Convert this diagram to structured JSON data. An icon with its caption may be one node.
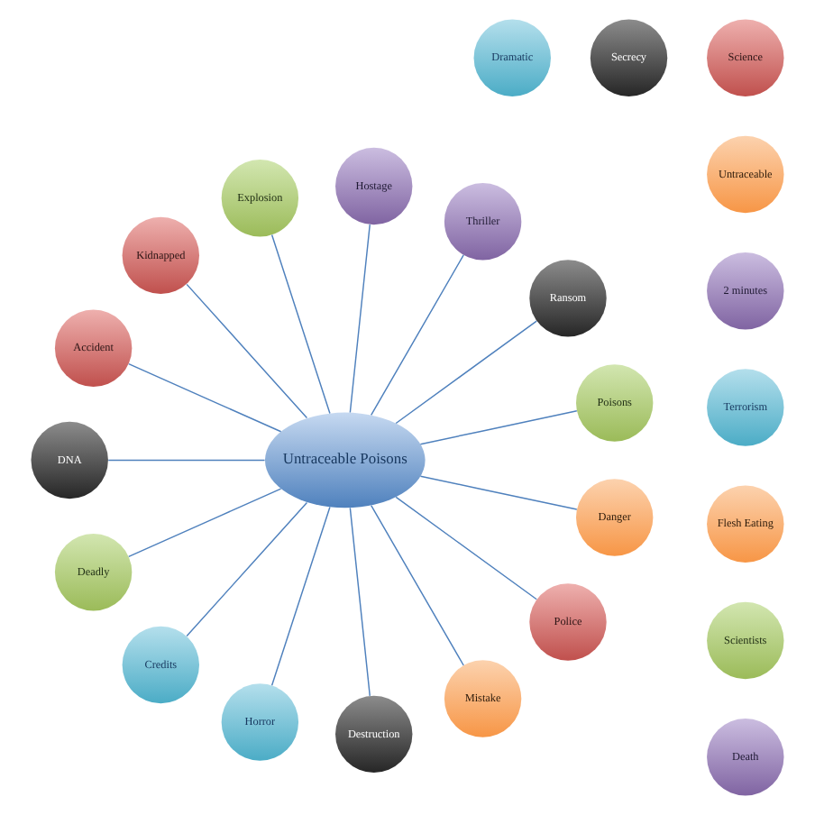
{
  "diagram": {
    "nodes": [
      {
        "text": [
          "Dramatic"
        ]
      },
      {
        "text": [
          "Explosion"
        ]
      },
      {
        "text": [
          "Secrecy"
        ]
      },
      {
        "text": [
          "Thriller"
        ]
      },
      {
        "text": [
          "Science"
        ]
      },
      {
        "text": [
          "Untraceable"
        ]
      },
      {
        "text": [
          "Kidnapped"
        ]
      },
      {
        "text": [
          "Hostage"
        ]
      },
      {
        "text": [
          "Ransom"
        ]
      },
      {
        "text": [
          "Poisons"
        ]
      },
      {
        "text": [
          "2 minutes"
        ]
      },
      {
        "text": [
          "Accident"
        ]
      },
      {
        "text": [
          "Untraceable Poisons"
        ]
      },
      {
        "text": [
          "Danger"
        ]
      },
      {
        "text": [
          "Terrorism"
        ]
      },
      {
        "text": [
          "DNA"
        ]
      },
      {
        "text": [
          "Deadly"
        ]
      },
      {
        "text": [
          "Horror"
        ]
      },
      {
        "text": [
          "Mistake"
        ]
      },
      {
        "text": [
          "Police"
        ]
      },
      {
        "text": [
          "Flesh Eating"
        ]
      },
      {
        "text": [
          "Credits"
        ]
      },
      {
        "text": [
          "Scientists"
        ]
      },
      {
        "text": [
          "Destruction"
        ]
      },
      {
        "text": [
          "Death"
        ]
      }
    ],
    "edges": [
      {
        "from": 12,
        "to": 1,
        "arrow": "none"
      },
      {
        "from": 12,
        "to": 7,
        "arrow": "none"
      },
      {
        "from": 12,
        "to": 3,
        "arrow": "none"
      },
      {
        "from": 12,
        "to": 8,
        "arrow": "none"
      },
      {
        "from": 12,
        "to": 9,
        "arrow": "none"
      },
      {
        "from": 12,
        "to": 13,
        "arrow": "none"
      },
      {
        "from": 12,
        "to": 19,
        "arrow": "none"
      },
      {
        "from": 12,
        "to": 18,
        "arrow": "none"
      },
      {
        "from": 12,
        "to": 23,
        "arrow": "none"
      },
      {
        "from": 12,
        "to": 17,
        "arrow": "none"
      },
      {
        "from": 12,
        "to": 21,
        "arrow": "none"
      },
      {
        "from": 12,
        "to": 16,
        "arrow": "none"
      },
      {
        "from": 12,
        "to": 15,
        "arrow": "none"
      },
      {
        "from": 12,
        "to": 11,
        "arrow": "none"
      },
      {
        "from": 12,
        "to": 6,
        "arrow": "none"
      }
    ]
  }
}
